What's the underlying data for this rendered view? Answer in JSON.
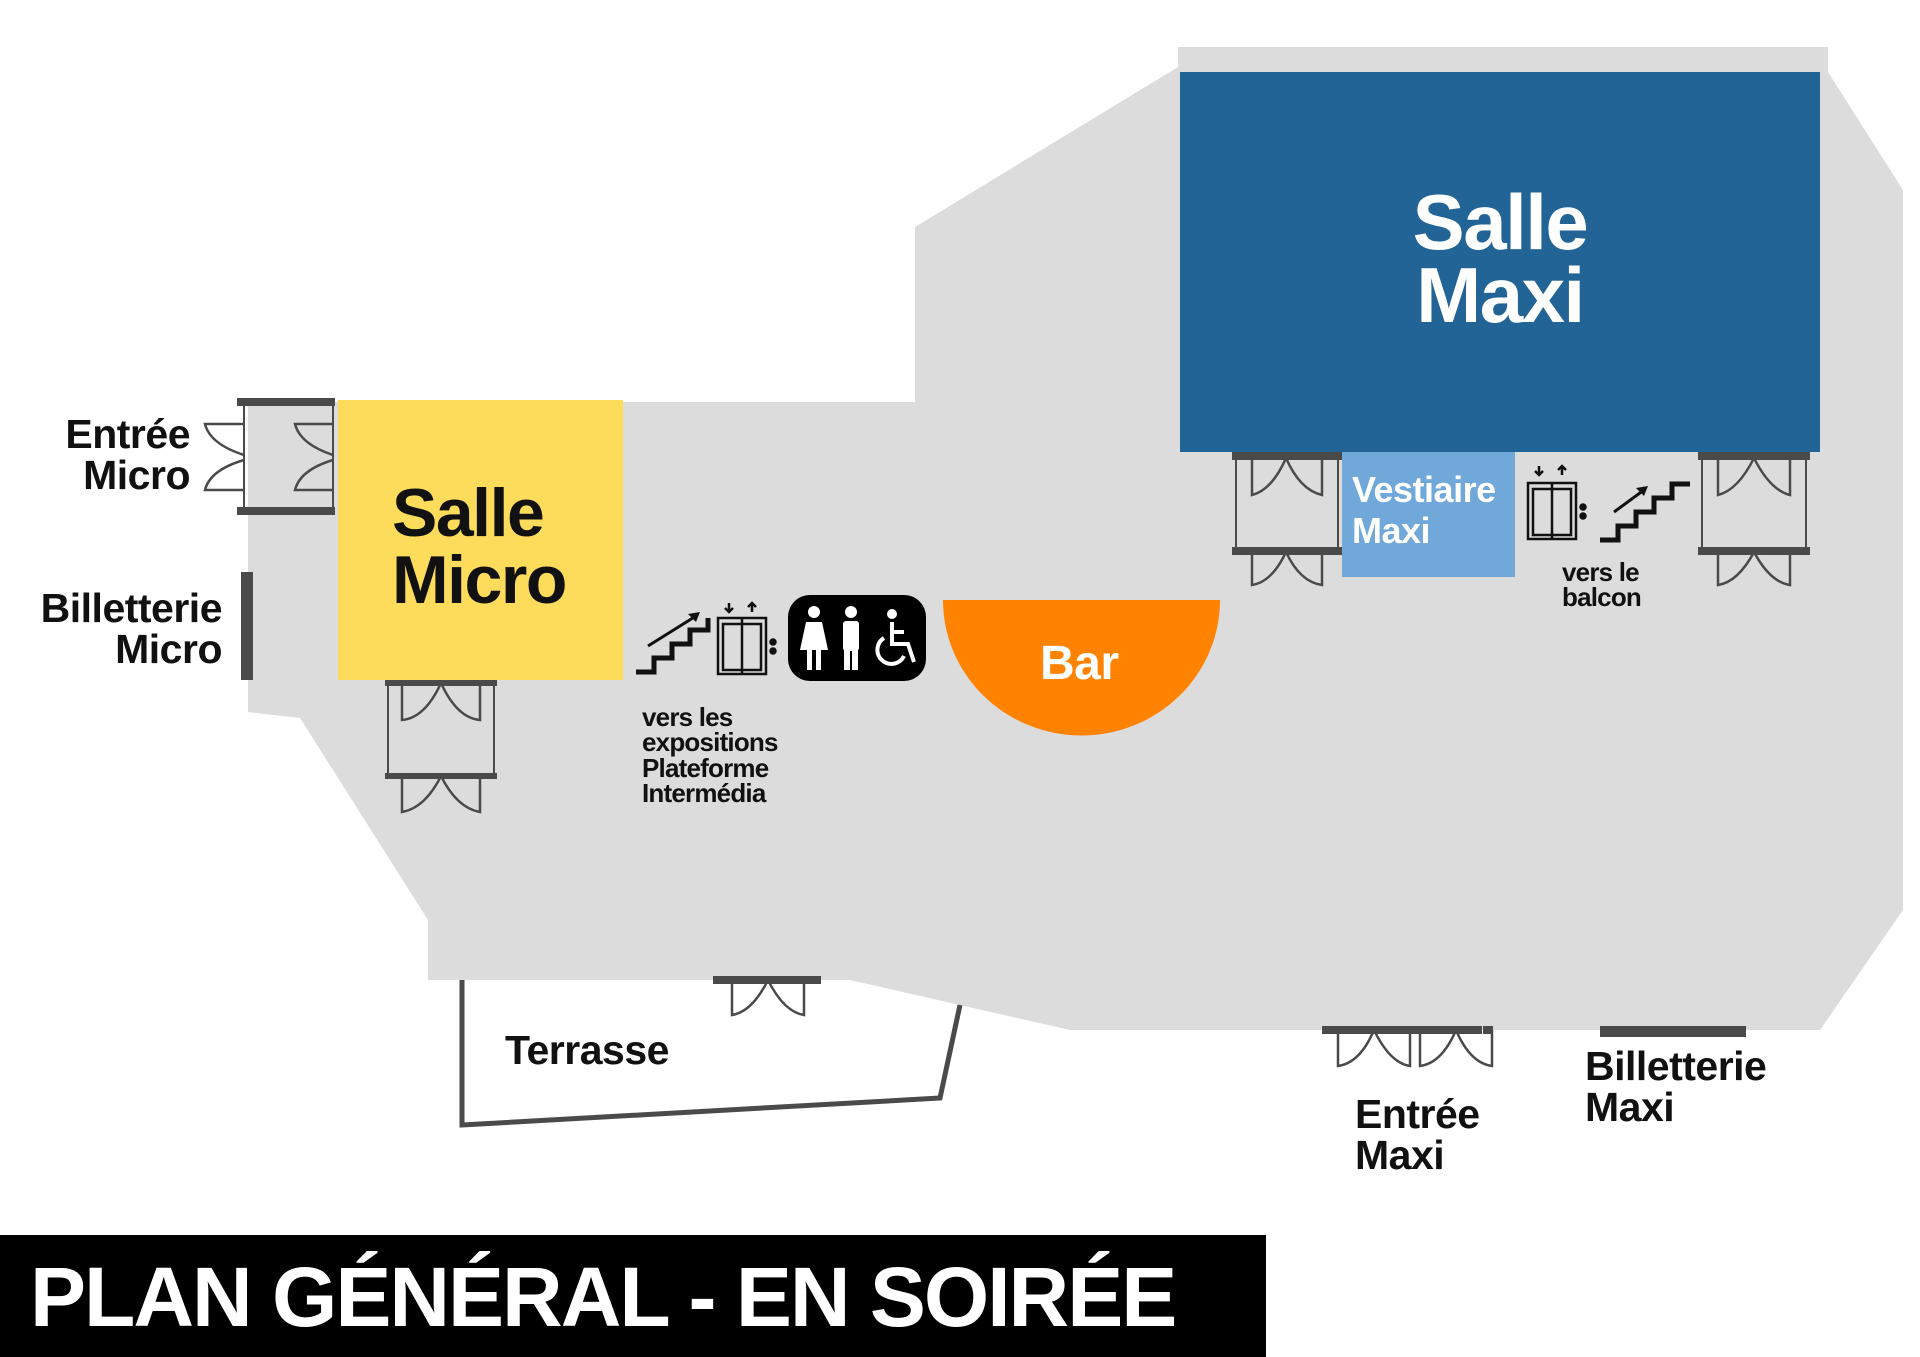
{
  "title": "PLAN GÉNÉRAL - EN SOIRÉE",
  "rooms": {
    "salle_micro": {
      "line1": "Salle",
      "line2": "Micro",
      "color": "#FDDC5C"
    },
    "salle_maxi": {
      "line1": "Salle",
      "line2": "Maxi",
      "color": "#236496"
    },
    "vestiaire_maxi": {
      "line1": "Vestiaire",
      "line2": "Maxi",
      "color": "#6FA8D9"
    },
    "bar": {
      "label": "Bar",
      "color": "#FF8200"
    }
  },
  "labels": {
    "entree_micro": {
      "line1": "Entrée",
      "line2": "Micro"
    },
    "billetterie_micro": {
      "line1": "Billetterie",
      "line2": "Micro"
    },
    "entree_maxi": {
      "line1": "Entrée",
      "line2": "Maxi"
    },
    "billetterie_maxi": {
      "line1": "Billetterie",
      "line2": "Maxi"
    },
    "terrasse": "Terrasse",
    "vers_expositions": {
      "line1": "vers les",
      "line2": "expositions",
      "line3": "Plateforme",
      "line4": "Intermédia"
    },
    "vers_balcon": {
      "line1": "vers le",
      "line2": "balcon"
    }
  },
  "icons": [
    "stairs-icon",
    "elevator-icon",
    "restroom-women-icon",
    "restroom-men-icon",
    "wheelchair-icon"
  ],
  "colors": {
    "floor": "#DCDCDC",
    "walls": "#4A4A4A",
    "title_band": "#000000"
  }
}
